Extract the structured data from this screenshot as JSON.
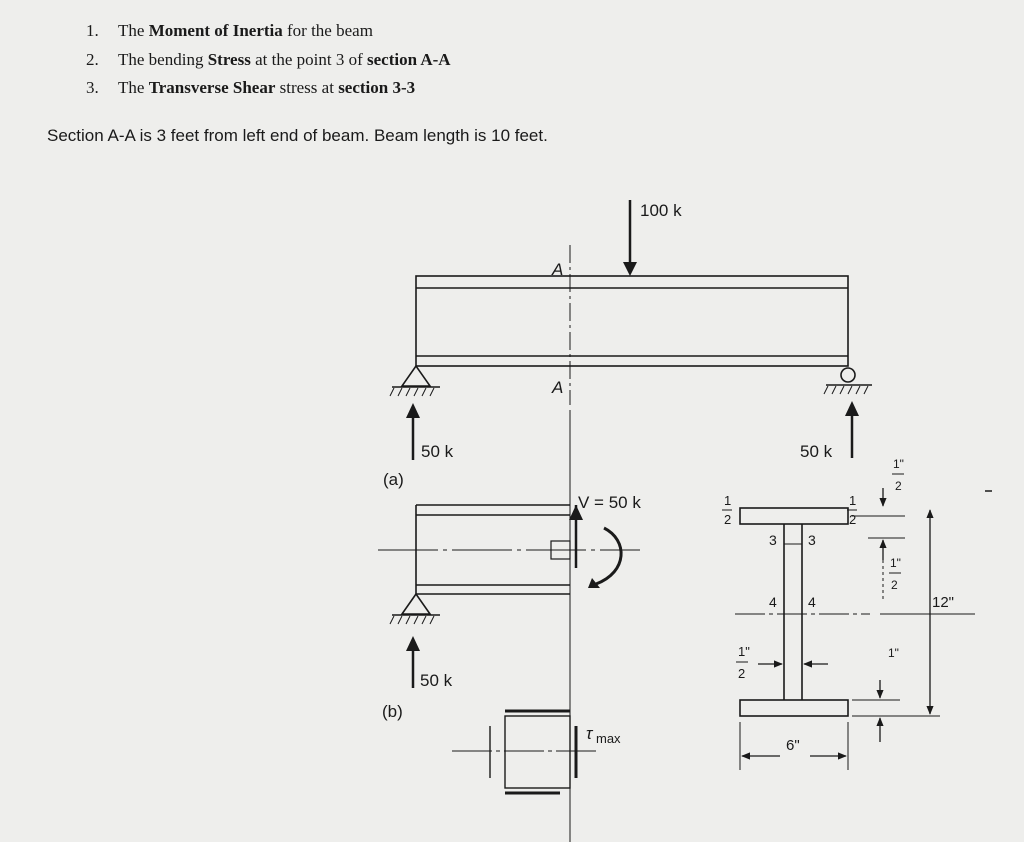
{
  "questions": [
    {
      "num": "1.",
      "pre": "The ",
      "bold1": "Moment of Inertia",
      "mid": " for the beam",
      "bold2": "",
      "post": ""
    },
    {
      "num": "2.",
      "pre": "The bending ",
      "bold1": "Stress",
      "mid": " at the point 3 of ",
      "bold2": "section A-A",
      "post": ""
    },
    {
      "num": "3.",
      "pre": "The ",
      "bold1": "Transverse Shear",
      "mid": " stress at ",
      "bold2": "section 3-3",
      "post": ""
    }
  ],
  "note": "Section A-A is 3 feet from left end of beam. Beam length is 10 feet.",
  "diagram": {
    "load": "100 k",
    "section_top": "A",
    "section_bottom": "A",
    "left_reaction": "50 k",
    "right_reaction": "50 k",
    "label_a": "(a)",
    "label_b": "(b)",
    "shear": "V = 50 k",
    "reaction_b": "50 k",
    "tau": "τ",
    "tau_sub": "max",
    "section": {
      "half_left_top": "1",
      "half_left_bot": "2",
      "half_right_top": "1",
      "half_right_bot": "2",
      "pt3_left": "3",
      "pt3_right": "3",
      "pt4_left": "4",
      "pt4_right": "4",
      "web_num": "1\"",
      "web_den": "2",
      "top_dim_num": "1\"",
      "top_dim_den": "2",
      "mid_dim_num": "1\"",
      "mid_dim_den": "2",
      "height": "12\"",
      "bottom_dim": "1\"",
      "width": "6\""
    }
  }
}
